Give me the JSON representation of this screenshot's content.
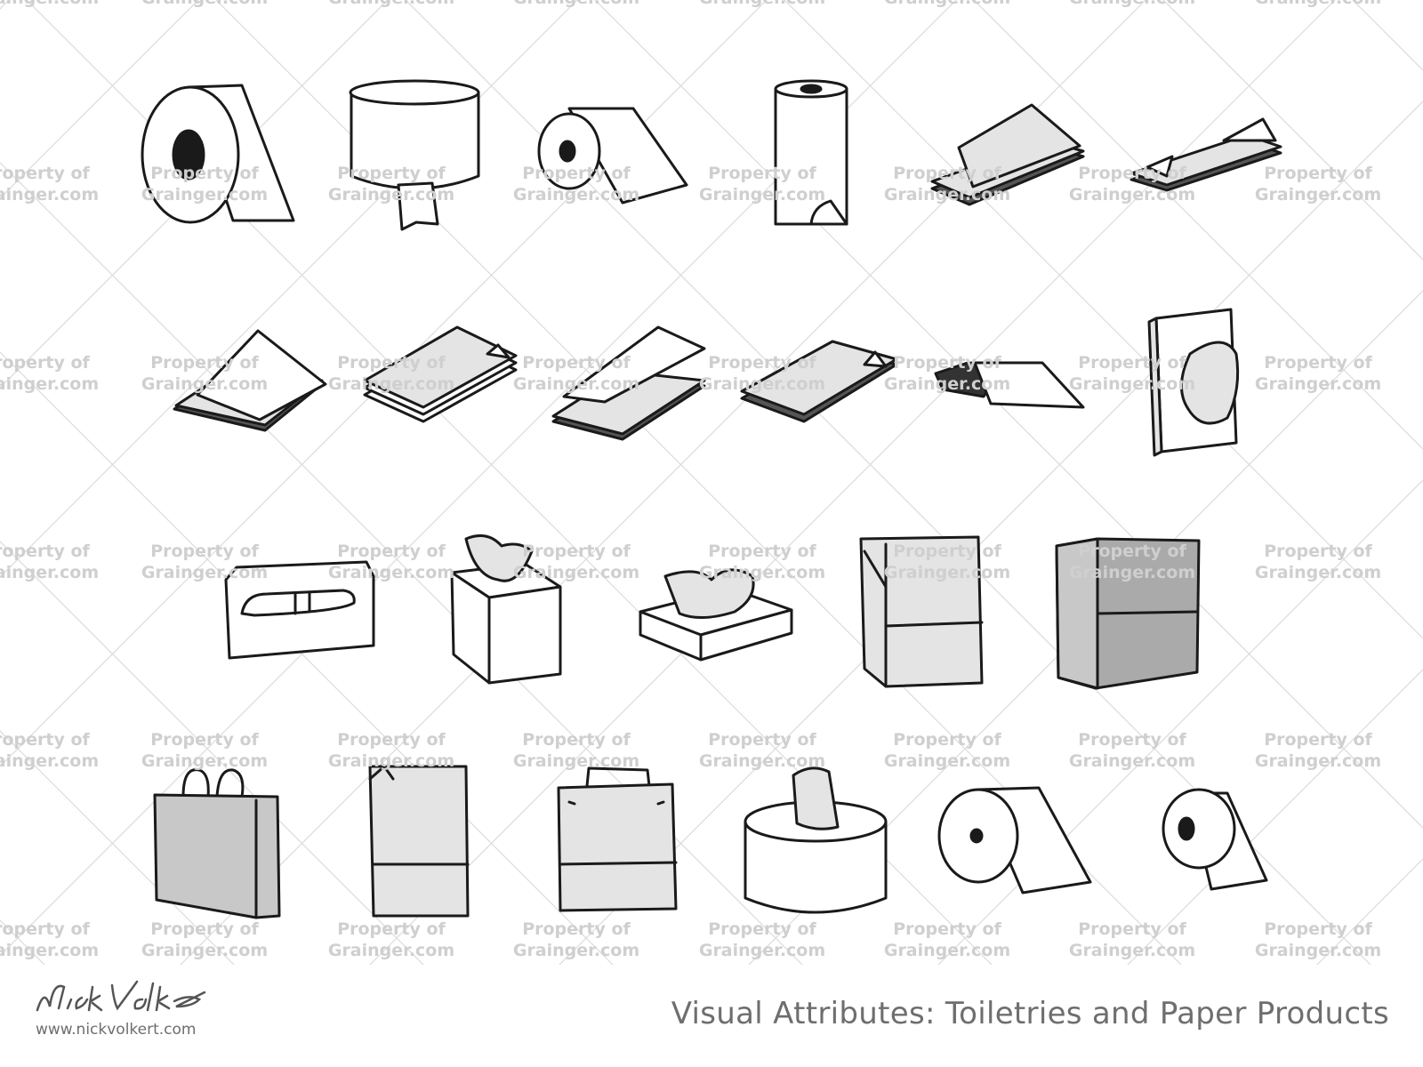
{
  "title": "Visual Attributes: Toiletries and Paper Products",
  "website": "www.nickvolkert.com",
  "signature_text": "Nick Volkert",
  "watermark": {
    "line1": "Property of",
    "line2": "Grainger.com"
  },
  "colors": {
    "outline": "#1a1a1a",
    "fill_light": "#e4e4e4",
    "fill_mid": "#c8c8c8",
    "fill_dark": "#aaaaaa",
    "watermark": "#cfcfcf",
    "footer_text": "#6e6e6e"
  },
  "illustrations": [
    "jumbo-toilet-paper-roll",
    "center-pull-towel-roll",
    "roll-paper-towel",
    "kitchen-paper-towel-roll",
    "multifold-paper-towels",
    "singlefold-paper-towels",
    "c-fold-paper-towels",
    "interfold-napkins",
    "interfold-paper-towels",
    "dinner-napkins",
    "dispenser-napkins",
    "wall-tissue-dispenser",
    "toilet-seat-cover-pack",
    "cube-facial-tissue-box",
    "flat-facial-tissue-box",
    "paper-grocery-bag",
    "kraft-grocery-bag",
    "paper-shopping-bag-rope-handles",
    "paper-lunch-bag",
    "paper-shopping-bag-flat-handles",
    "center-pull-tissue-roll",
    "unrolled-paper-roll",
    "standard-toilet-paper-roll"
  ]
}
